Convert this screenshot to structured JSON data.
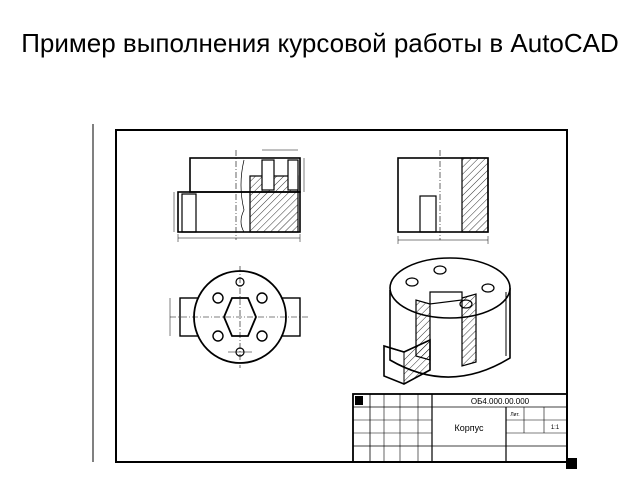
{
  "slide": {
    "title": "Пример выполнения курсовой работы в AutoCAD"
  },
  "drawing": {
    "title_block": {
      "designation": "ОБ4.000.00.000",
      "part_name": "Корпус",
      "sheet_label": "Лит.",
      "scale": "1:1"
    }
  },
  "colors": {
    "line": "#000000",
    "background": "#ffffff",
    "hatch": "#000000"
  }
}
